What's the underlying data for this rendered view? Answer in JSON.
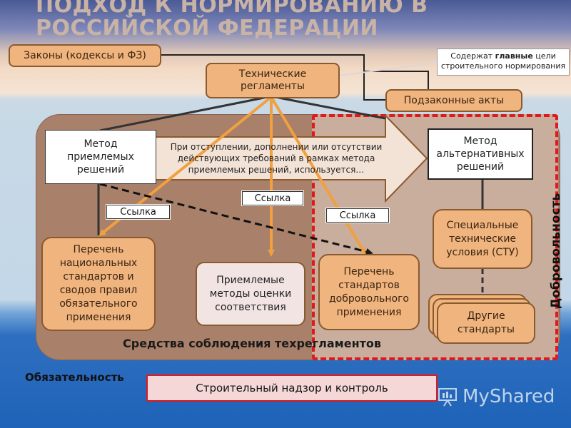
{
  "title": "ПОДХОД К НОРМИРОВАНИЮ В РОССИЙСКОЙ ФЕДЕРАЦИИ",
  "laws": "Законы (кодексы и ФЗ)",
  "tech_regs": "Технические регламенты",
  "callout": {
    "before": "Содержат ",
    "bold": "главные",
    "after": " цели строительного нормирования"
  },
  "bylaws": "Подзаконные акты",
  "method_accepted": "Метод приемлемых решений",
  "arrow_text": "При отступлении, дополнении или отсутствии действующих требований в рамках метода приемлемых решений, используется…",
  "method_alt": "Метод альтернативных решений",
  "links": [
    "Ссылка",
    "Ссылка",
    "Ссылка"
  ],
  "list_national": "Перечень национальных стандартов и сводов правил обязательного применения",
  "conformity": "Приемлемые методы оценки соответствия",
  "list_voluntary": "Перечень стандартов добровольного применения",
  "stu": "Специальные технические условия (СТУ)",
  "other_standards": "Другие стандарты",
  "means_label": "Средства соблюдения техрегламентов",
  "voluntary_label": "Добровольность",
  "mandatory_label": "Обязательность",
  "supervision": "Строительный надзор и контроль",
  "watermark": "MyShared",
  "colors": {
    "orange_box": "#f0b47e",
    "means_area": "#a9806a",
    "voluntary_border": "#e0191c",
    "arrow_orange": "#f0a040"
  }
}
